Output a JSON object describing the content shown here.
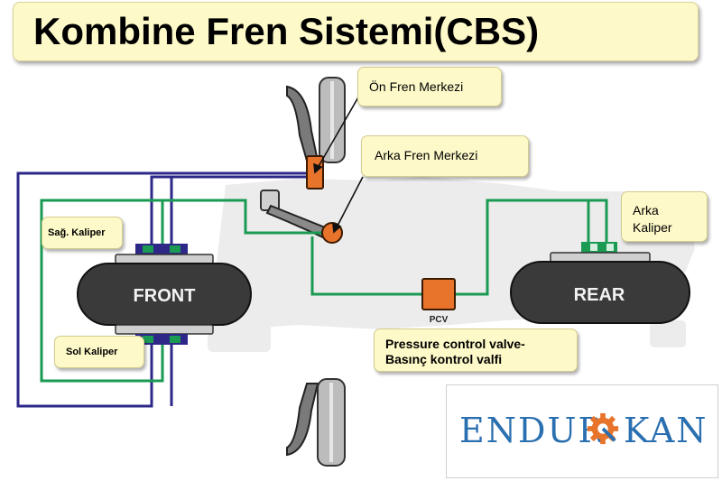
{
  "title": "Kombine Fren Sistemi(CBS)",
  "callouts": {
    "front_master": "Ön Fren Merkezi",
    "rear_master": "Arka Fren Merkezi",
    "right_caliper": "Sağ. Kaliper",
    "left_caliper": "Sol Kaliper",
    "rear_caliper_line1": "Arka",
    "rear_caliper_line2": "Kaliper",
    "pcv_line1": "Pressure control valve-",
    "pcv_line2": "Basınç kontrol valfi"
  },
  "wheels": {
    "front": "FRONT",
    "rear": "REAR"
  },
  "pcv_label": "PCV",
  "logo": {
    "left": "ENDUR",
    "right": "KAN",
    "gear": "gear-icon"
  },
  "colors": {
    "front_line": "#2d2888",
    "rear_line": "#1a9a52",
    "tire": "#3a3a3a",
    "master_cylinder": "#e8732a",
    "callout_bg": "#fdf9c8",
    "logo": "#2a6fb0"
  }
}
